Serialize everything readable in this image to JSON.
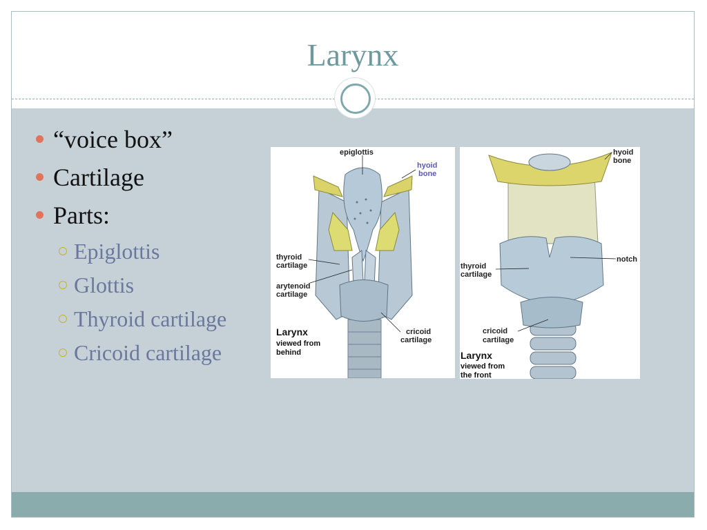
{
  "slide": {
    "title": "Larynx",
    "bullets": [
      "“voice box”",
      "Cartilage",
      "Parts:"
    ],
    "sub_bullets": [
      "Epiglottis",
      "Glottis",
      "Thyroid cartilage",
      "Cricoid cartilage"
    ]
  },
  "figure_behind": {
    "labels": {
      "epiglottis": "epiglottis",
      "hyoid_line1": "hyoid",
      "hyoid_line2": "bone",
      "thyroid_line1": "thyroid",
      "thyroid_line2": "cartilage",
      "arytenoid_line1": "arytenoid",
      "arytenoid_line2": "cartilage",
      "cricoid_line1": "cricoid",
      "cricoid_line2": "cartilage"
    },
    "caption": {
      "line1": "Larynx",
      "line2": "viewed from",
      "line3": "behind"
    }
  },
  "figure_front": {
    "labels": {
      "hyoid_line1": "hyoid",
      "hyoid_line2": "bone",
      "notch": "notch",
      "thyroid_line1": "thyroid",
      "thyroid_line2": "cartilage",
      "cricoid_line1": "cricoid",
      "cricoid_line2": "cartilage"
    },
    "caption": {
      "line1": "Larynx",
      "line2": "viewed from",
      "line3": "the front"
    }
  },
  "colors": {
    "title": "#6e9a9e",
    "background": "#c5d1d7",
    "footer": "#8bacac",
    "bullet_dot": "#e1735a",
    "sub_text": "#6a789e",
    "sub_ring": "#c7b32a"
  }
}
